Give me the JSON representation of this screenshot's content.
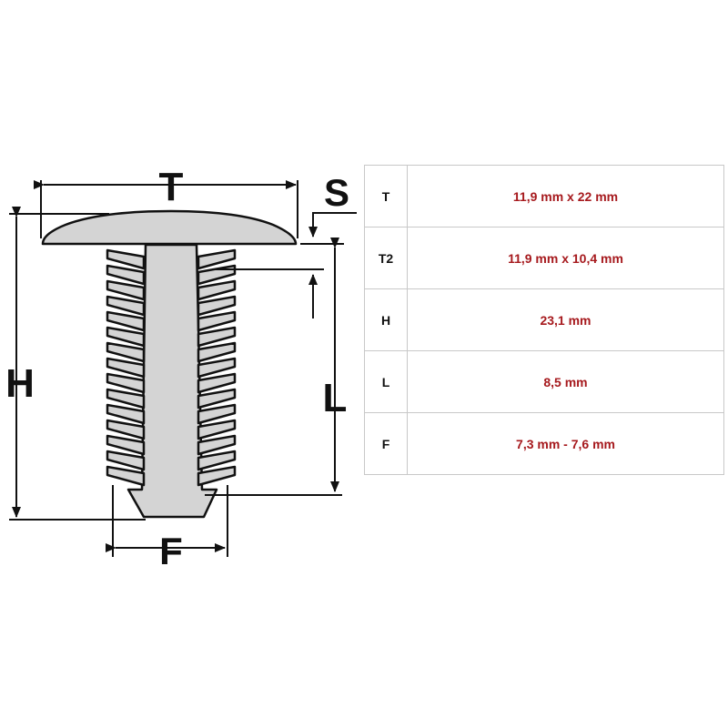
{
  "diagram": {
    "labels": {
      "T": "T",
      "S": "S",
      "H": "H",
      "L": "L",
      "F": "F"
    },
    "part_color": "#d4d4d4",
    "outline_color": "#111111"
  },
  "specs": [
    {
      "key": "T",
      "value": "11,9 mm x 22 mm"
    },
    {
      "key": "T2",
      "value": "11,9 mm x 10,4 mm"
    },
    {
      "key": "H",
      "value": "23,1 mm"
    },
    {
      "key": "L",
      "value": "8,5 mm"
    },
    {
      "key": "F",
      "value": "7,3 mm - 7,6 mm"
    }
  ],
  "colors": {
    "value_text": "#a6191d",
    "key_text": "#111111",
    "grid": "#c8c8c8"
  }
}
